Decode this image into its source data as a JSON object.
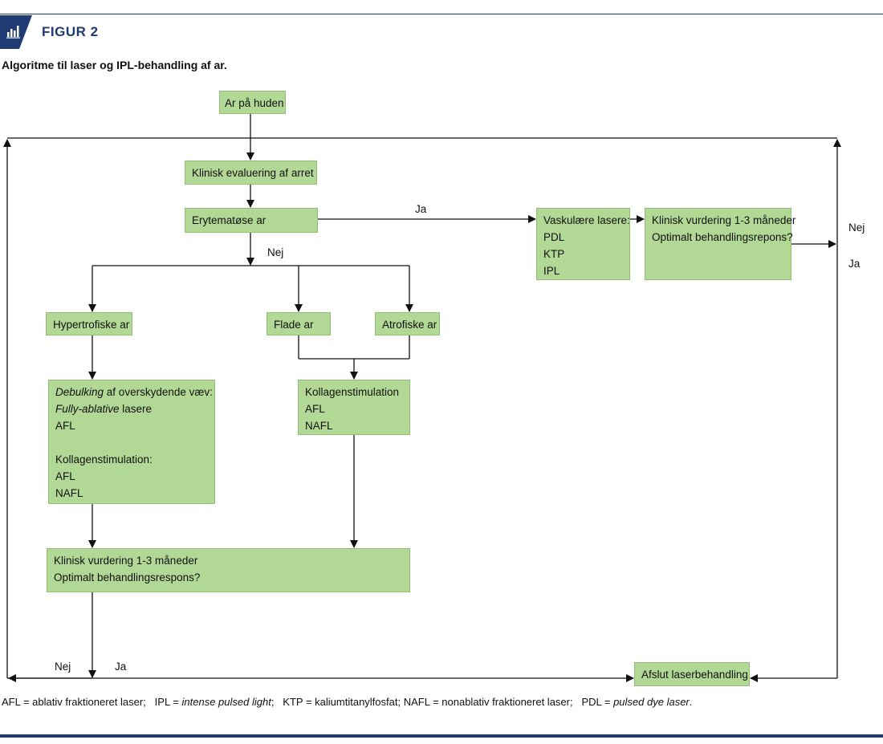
{
  "header": {
    "figure_label": "FIGUR 2",
    "caption": "Algoritme til laser og IPL-behandling af ar.",
    "icon": "bar-chart-icon"
  },
  "nodes": {
    "ar_paa_huden": "Ar på huden",
    "klinisk_evaluering": "Klinisk evaluering af arret",
    "erytematose": "Erytematøse ar",
    "vaskulaere": [
      "Vaskulære lasere:",
      "PDL",
      "KTP",
      "IPL"
    ],
    "vurdering_right": [
      "Klinisk vurdering 1-3 måneder",
      "Optimalt behandlingsrepons?"
    ],
    "hypertrofiske": "Hypertrofiske ar",
    "flade": "Flade ar",
    "atrofiske": "Atrofiske ar",
    "debulking": {
      "line1_italic": "Debulking",
      "line1_rest": " af overskydende væv:",
      "line2_italic": "Fully-ablative",
      "line2_rest": " lasere",
      "line3": "AFL",
      "line4": "Kollagenstimulation:",
      "line5": "AFL",
      "line6": "NAFL"
    },
    "kollagen_mid": [
      "Kollagenstimulation",
      "AFL",
      "NAFL"
    ],
    "vurdering_bottom": [
      "Klinisk vurdering 1-3 måneder",
      "Optimalt behandlingsrespons?"
    ],
    "afslut": "Afslut laserbehandling"
  },
  "edge_labels": {
    "ja_top": "Ja",
    "nej_mid": "Nej",
    "nej_right": "Nej",
    "ja_right": "Ja",
    "nej_bottom": "Nej",
    "ja_bottom": "Ja"
  },
  "footnote": {
    "afl": "AFL = ablativ fraktioneret laser;",
    "ipl_pre": "IPL = ",
    "ipl_it": "intense pulsed light",
    "ipl_post": ";",
    "ktp": "KTP = kaliumtitanylfosfat;",
    "nafl": "NAFL = nonablativ fraktioneret laser;",
    "pdl_pre": "PDL = ",
    "pdl_it": "pulsed dye laser",
    "pdl_post": "."
  },
  "colors": {
    "box_fill": "#b2d896",
    "accent": "#1f3b73"
  }
}
